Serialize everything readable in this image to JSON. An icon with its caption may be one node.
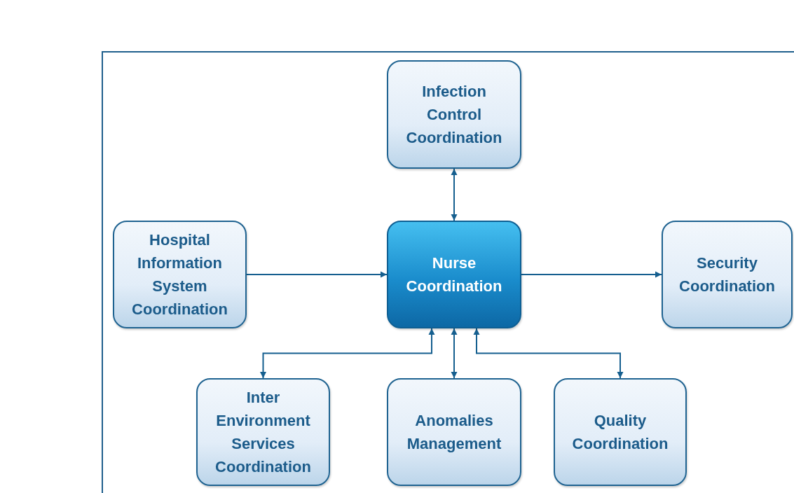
{
  "diagram": {
    "nodes": [
      {
        "text": [
          "Infection Control Coordination"
        ]
      },
      {
        "text": [
          "Hospital Information System Coordination"
        ]
      },
      {
        "text": [
          "Nurse Coordination"
        ]
      },
      {
        "text": [
          "Security Coordination"
        ]
      },
      {
        "text": [
          "Inter Environment Services Coordination"
        ]
      },
      {
        "text": [
          "Anomalies Management"
        ]
      },
      {
        "text": [
          "Quality Coordination"
        ]
      }
    ],
    "edges": [
      {
        "from": 2,
        "to": 0,
        "arrow": "both"
      },
      {
        "from": 1,
        "to": 2,
        "arrow": "to"
      },
      {
        "from": 2,
        "to": 3,
        "arrow": "to"
      },
      {
        "from": 2,
        "to": 4,
        "arrow": "both"
      },
      {
        "from": 2,
        "to": 5,
        "arrow": "both"
      },
      {
        "from": 2,
        "to": 6,
        "arrow": "both"
      }
    ]
  }
}
